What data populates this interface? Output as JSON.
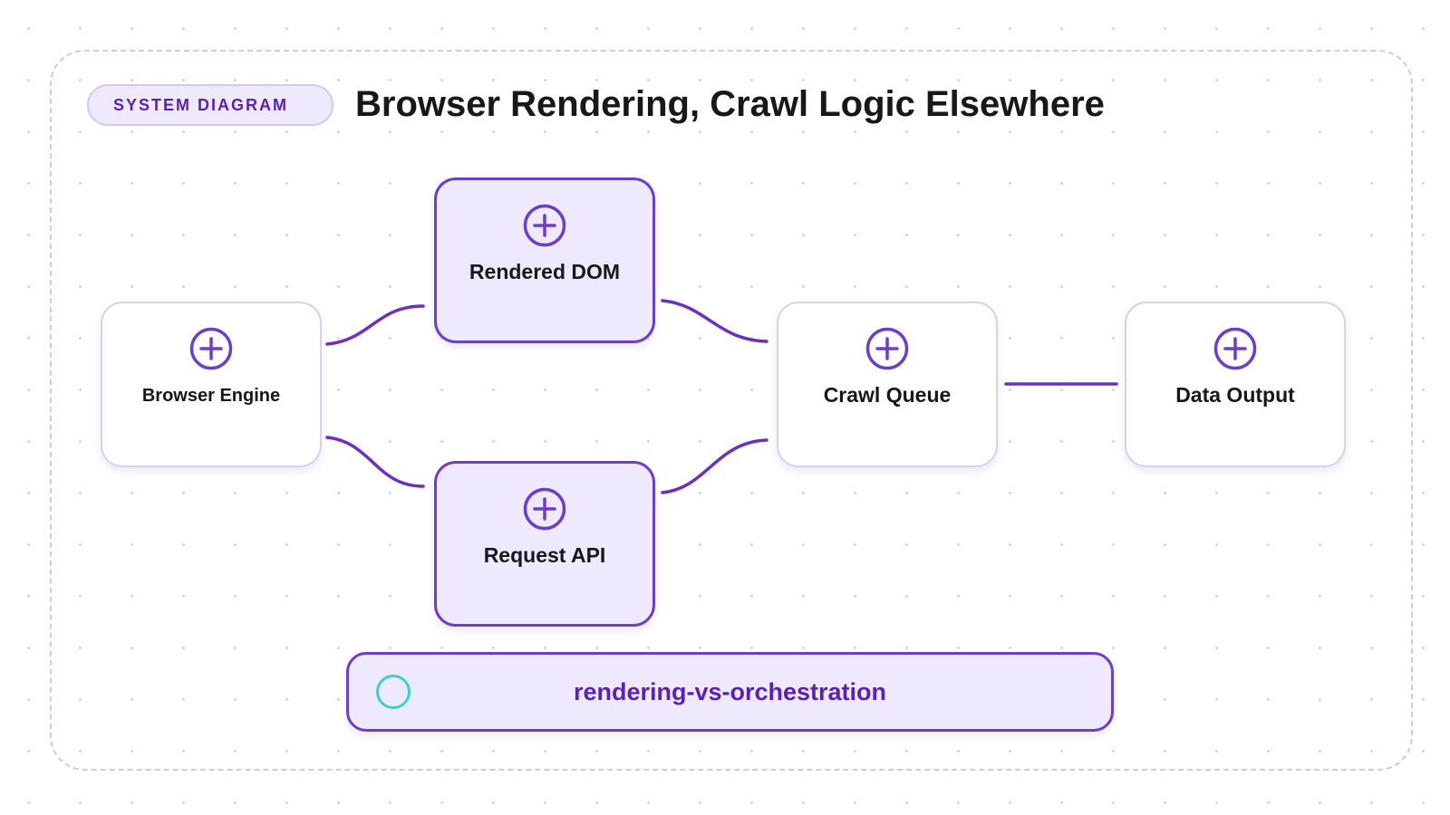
{
  "tag": "SYSTEM DIAGRAM",
  "title": "Browser Rendering, Crawl Logic Elsewhere",
  "nodes": {
    "browser_engine": {
      "label": "Browser Engine",
      "icon": "plus-circle-icon"
    },
    "rendered_dom": {
      "label": "Rendered DOM",
      "icon": "plus-circle-icon"
    },
    "request_api": {
      "label": "Request API",
      "icon": "plus-circle-icon"
    },
    "crawl_queue": {
      "label": "Crawl Queue",
      "icon": "plus-circle-icon"
    },
    "data_output": {
      "label": "Data Output",
      "icon": "plus-circle-icon"
    }
  },
  "edges": [
    {
      "from": "Browser Engine",
      "to": "Rendered DOM"
    },
    {
      "from": "Browser Engine",
      "to": "Request API"
    },
    {
      "from": "Rendered DOM",
      "to": "Crawl Queue"
    },
    {
      "from": "Request API",
      "to": "Crawl Queue"
    },
    {
      "from": "Crawl Queue",
      "to": "Data Output"
    }
  ],
  "note": {
    "text": "rendering-vs-orchestration",
    "icon": "ring-icon"
  },
  "colors": {
    "accent": "#6d3fc7",
    "accent_text": "#5b21b6",
    "highlight_fill": "#eee9fd",
    "plain_border": "#d9d2ef",
    "ring": "#3ccfcf",
    "connector": "#6d2fc0"
  }
}
